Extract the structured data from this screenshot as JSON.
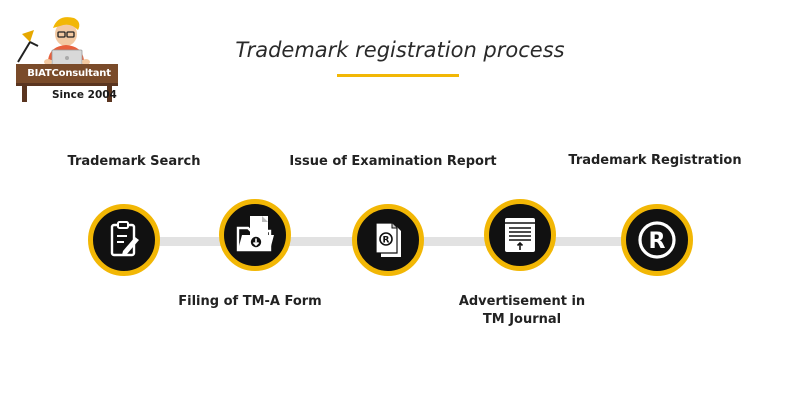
{
  "logo": {
    "name": "BIATConsultant",
    "since": "Since 2004"
  },
  "title": "Trademark registration process",
  "colors": {
    "accent": "#f2b705",
    "circle_fill": "#111111",
    "connector": "#e2e2e2"
  },
  "steps": [
    {
      "label": "Trademark Search",
      "icon": "clipboard-pen-icon"
    },
    {
      "label": "Filing of TM-A Form",
      "icon": "folder-download-icon"
    },
    {
      "label": "Issue of Examination Report",
      "icon": "registered-documents-icon"
    },
    {
      "label": "Advertisement in\nTM Journal",
      "icon": "journal-upload-icon"
    },
    {
      "label": "Trademark Registration",
      "icon": "registered-mark-icon"
    }
  ]
}
